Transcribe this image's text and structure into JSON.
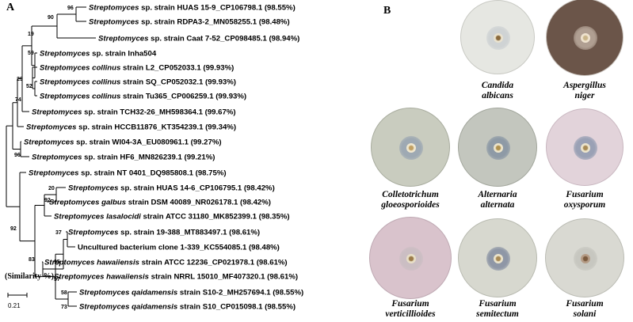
{
  "panel_a": {
    "letter": "A",
    "similarity_label": "(Similarity %)",
    "scale_value": "0.21",
    "highlight_color": "#e00000",
    "leaves": [
      {
        "genus": "Streptomyces",
        "rest": " sp. strain HUAS 15-9_CP106798.1 (98.55%)",
        "highlight": false
      },
      {
        "genus": "Streptomyces",
        "rest": " sp. strain RDPA3-2_MN058255.1 (98.48%)",
        "highlight": false
      },
      {
        "genus": "Streptomyces",
        "rest": " sp. strain Caat 7-52_CP098485.1 (98.94%)",
        "highlight": false
      },
      {
        "genus": "Streptomyces",
        "rest": " sp. strain Inha504",
        "highlight": true
      },
      {
        "genus": "Streptomyces collinus",
        "rest": " strain L2_CP052033.1 (99.93%)",
        "highlight": false
      },
      {
        "genus": "Streptomyces collinus",
        "rest": " strain SQ_CP052032.1 (99.93%)",
        "highlight": false
      },
      {
        "genus": "Streptomyces collinus",
        "rest": " strain Tu365_CP006259.1 (99.93%)",
        "highlight": false
      },
      {
        "genus": "Streptomyces",
        "rest": " sp. strain TCH32-26_MH598364.1 (99.67%)",
        "highlight": false
      },
      {
        "genus": "Streptomyces",
        "rest": " sp. strain HCCB11876_KT354239.1 (99.34%)",
        "highlight": false
      },
      {
        "genus": "Streptomyces",
        "rest": " sp. strain WI04-3A_EU080961.1 (99.27%)",
        "highlight": false
      },
      {
        "genus": "Streptomyces",
        "rest": " sp. strain HF6_MN826239.1 (99.21%)",
        "highlight": false
      },
      {
        "genus": "Streptomyces",
        "rest": " sp. strain NT 0401_DQ985808.1 (98.75%)",
        "highlight": false
      },
      {
        "genus": "Streptomyces",
        "rest": " sp. strain HUAS 14-6_CP106795.1 (98.42%)",
        "highlight": false
      },
      {
        "genus": "Streptomyces galbus",
        "rest": " strain DSM 40089_NR026178.1 (98.42%)",
        "highlight": false
      },
      {
        "genus": "Streptomyces lasalocidi",
        "rest": " strain ATCC 31180_MK852399.1 (98.35%)",
        "highlight": false
      },
      {
        "genus": "Streptomyces",
        "rest": " sp. strain 19-388_MT883497.1 (98.61%)",
        "highlight": false
      },
      {
        "genus": "",
        "rest": "Uncultured bacterium clone 1-339_KC554085.1 (98.48%)",
        "highlight": false
      },
      {
        "genus": "Streptomyces hawaiiensis",
        "rest": " strain ATCC 12236_CP021978.1 (98.61%)",
        "highlight": false
      },
      {
        "genus": "Streptomyces hawaiiensis",
        "rest": " strain NRRL 15010_MF407320.1 (98.61%)",
        "highlight": false
      },
      {
        "genus": "Streptomyces qaidamensis",
        "rest": " strain S10-2_MH257694.1 (98.55%)",
        "highlight": false
      },
      {
        "genus": "Streptomyces qaidamensis",
        "rest": " strain S10_CP015098.1 (98.55%)",
        "highlight": false
      }
    ],
    "bootstrap": [
      "96",
      "90",
      "19",
      "59",
      "52",
      "29",
      "74",
      "96",
      "20",
      "92",
      "92",
      "83",
      "37",
      "95",
      "57",
      "58",
      "73"
    ]
  },
  "panel_b": {
    "letter": "B",
    "plates": [
      {
        "line1": "Candida",
        "line2": "albicans",
        "colors": {
          "agar": "#e6e7e2",
          "rim": "#c9cac4",
          "halo": "#cfd3d4",
          "colony": "#e9e2cf",
          "center": "#8a6a3d"
        }
      },
      {
        "line1": "Aspergillus",
        "line2": "niger",
        "colors": {
          "agar": "#6b5549",
          "rim": "#c8c2bc",
          "halo": "#b09f92",
          "colony": "#efe3cf",
          "center": "#c9b58a"
        }
      },
      {
        "line1": "Colletotrichum",
        "line2": "gloeosporioides",
        "colors": {
          "agar": "#c9ccbf",
          "rim": "#a9ad9f",
          "halo": "#9ea9b3",
          "colony": "#efe7cf",
          "center": "#c1a063"
        }
      },
      {
        "line1": "Alternaria",
        "line2": "alternata",
        "colors": {
          "agar": "#c3c6be",
          "rim": "#a3a79d",
          "halo": "#8e9aa6",
          "colony": "#ece4cb",
          "center": "#b0914f"
        }
      },
      {
        "line1": "Fusarium",
        "line2": "oxysporum",
        "colors": {
          "agar": "#e2d3da",
          "rim": "#c9b7c0",
          "halo": "#9aa1b5",
          "colony": "#ece4cc",
          "center": "#a88b55"
        }
      },
      {
        "line1": "Fusarium",
        "line2": "verticillioides",
        "colors": {
          "agar": "#d9c3cc",
          "rim": "#bfa9b3",
          "halo": "#cbbec3",
          "colony": "#e8dfc7",
          "center": "#9c7c4a"
        }
      },
      {
        "line1": "Fusarium",
        "line2": "semitectum",
        "colors": {
          "agar": "#d7d8cf",
          "rim": "#b9bbb1",
          "halo": "#8f97a6",
          "colony": "#ebe3cb",
          "center": "#a98a55"
        }
      },
      {
        "line1": "Fusarium",
        "line2": "solani",
        "colors": {
          "agar": "#d9d9d2",
          "rim": "#bcbdb5",
          "halo": "#c7c7c0",
          "colony": "#b59c86",
          "center": "#7a5a3e"
        }
      }
    ]
  }
}
